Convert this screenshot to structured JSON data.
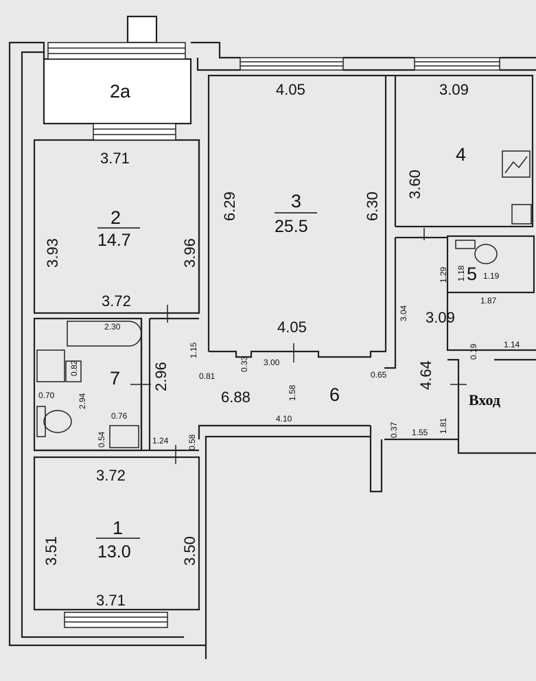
{
  "entrance_label": "Вход",
  "rooms": [
    {
      "id": "1",
      "number": "1",
      "area": "13.0"
    },
    {
      "id": "2",
      "number": "2",
      "area": "14.7"
    },
    {
      "id": "2a",
      "number": "2а"
    },
    {
      "id": "3",
      "number": "3",
      "area": "25.5"
    },
    {
      "id": "4",
      "number": "4"
    },
    {
      "id": "5",
      "number": "5"
    },
    {
      "id": "6",
      "number": "6"
    },
    {
      "id": "7",
      "number": "7"
    }
  ],
  "dimensions": {
    "r2_top": "3.71",
    "r2_bottom": "3.72",
    "r2_left": "3.93",
    "r2_right": "3.96",
    "r3_top": "4.05",
    "r3_bottom": "4.05",
    "r3_left": "6.29",
    "r3_right": "6.30",
    "r4_top": "3.09",
    "r4_left": "3.60",
    "r5_a": "1.29",
    "r5_b": "1.18",
    "r5_c": "1.19",
    "r5_d": "1.87",
    "hall_width": "3.09",
    "hall_height": "4.64",
    "hall_a": "3.04",
    "hall_b": "0.19",
    "hall_c": "1.14",
    "hall_d": "1.81",
    "hall_e": "1.55",
    "hall_f": "0.37",
    "hall_g": "0.65",
    "corr_len": "6.88",
    "corr_a": "3.00",
    "corr_b": "1.58",
    "corr_c": "4.10",
    "corr_d": "0.33",
    "corr_e": "0.81",
    "corr_f": "1.15",
    "corr_g": "0.58",
    "corr_h": "1.24",
    "r7_a": "2.30",
    "r7_b": "0.82",
    "r7_c": "0.70",
    "r7_d": "2.94",
    "r7_e": "0.76",
    "r7_f": "0.54",
    "r7_g": "2.96",
    "r1_top": "3.72",
    "r1_bottom": "3.71",
    "r1_left": "3.51",
    "r1_right": "3.50"
  }
}
